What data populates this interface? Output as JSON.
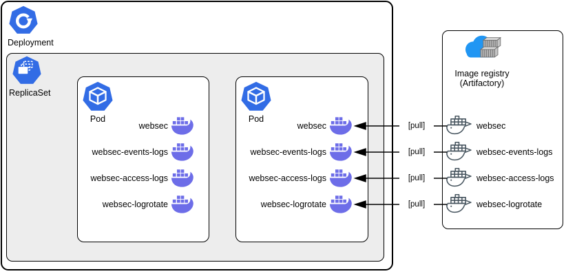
{
  "deployment": {
    "label": "Deployment"
  },
  "replicaset": {
    "label": "ReplicaSet"
  },
  "pods": [
    {
      "label": "Pod",
      "containers": [
        "websec",
        "websec-events-logs",
        "websec-access-logs",
        "websec-logrotate"
      ]
    },
    {
      "label": "Pod",
      "containers": [
        "websec",
        "websec-events-logs",
        "websec-access-logs",
        "websec-logrotate"
      ]
    }
  ],
  "registry": {
    "title_line1": "Image registry",
    "title_line2": "(Artifactory)",
    "images": [
      "websec",
      "websec-events-logs",
      "websec-access-logs",
      "websec-logrotate"
    ]
  },
  "arrows": {
    "label": "[pull]"
  },
  "icons": {
    "deployment": "kubernetes-deployment-icon",
    "replicaset": "kubernetes-replicaset-icon",
    "pod": "kubernetes-pod-icon",
    "container": "docker-whale-icon",
    "registry_image": "docker-whale-outline-icon",
    "registry": "cloud-containers-icon"
  },
  "colors": {
    "k8s-blue": "#326CE5",
    "docker-purple": "#6D6DE8",
    "moby-outline": "#47555F",
    "cloud-blue": "#2196F3",
    "rs-fill": "#EDEDED",
    "line-black": "#000000"
  }
}
